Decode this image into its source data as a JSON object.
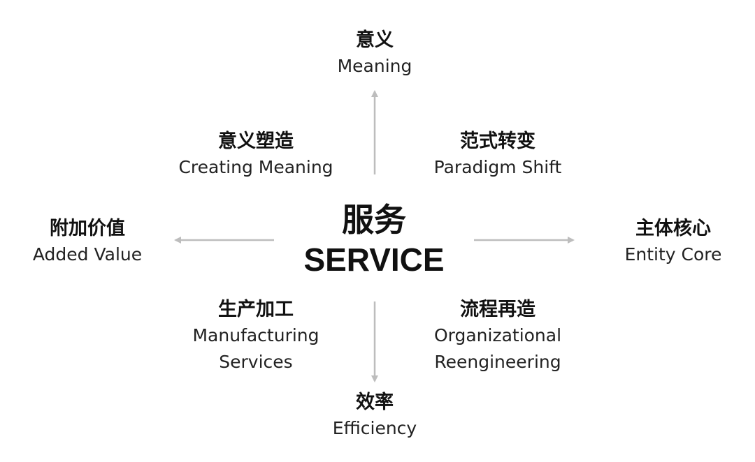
{
  "center": {
    "zh": "服务",
    "en": "SERVICE"
  },
  "top": {
    "zh": "意义",
    "en": "Meaning"
  },
  "bottom": {
    "zh": "效率",
    "en": "Efficiency"
  },
  "left": {
    "zh": "附加价值",
    "en": "Added Value"
  },
  "right": {
    "zh": "主体核心",
    "en": "Entity Core"
  },
  "upper_left": {
    "zh": "意义塑造",
    "en": "Creating Meaning"
  },
  "upper_right": {
    "zh": "范式转变",
    "en": "Paradigm Shift"
  },
  "lower_left": {
    "zh": "生产加工",
    "en_line1": "Manufacturing",
    "en_line2": "Services"
  },
  "lower_right": {
    "zh": "流程再造",
    "en_line1": "Organizational",
    "en_line2": "Reengineering"
  },
  "colors": {
    "arrow": "#bdbdbd",
    "text": "#111111"
  }
}
